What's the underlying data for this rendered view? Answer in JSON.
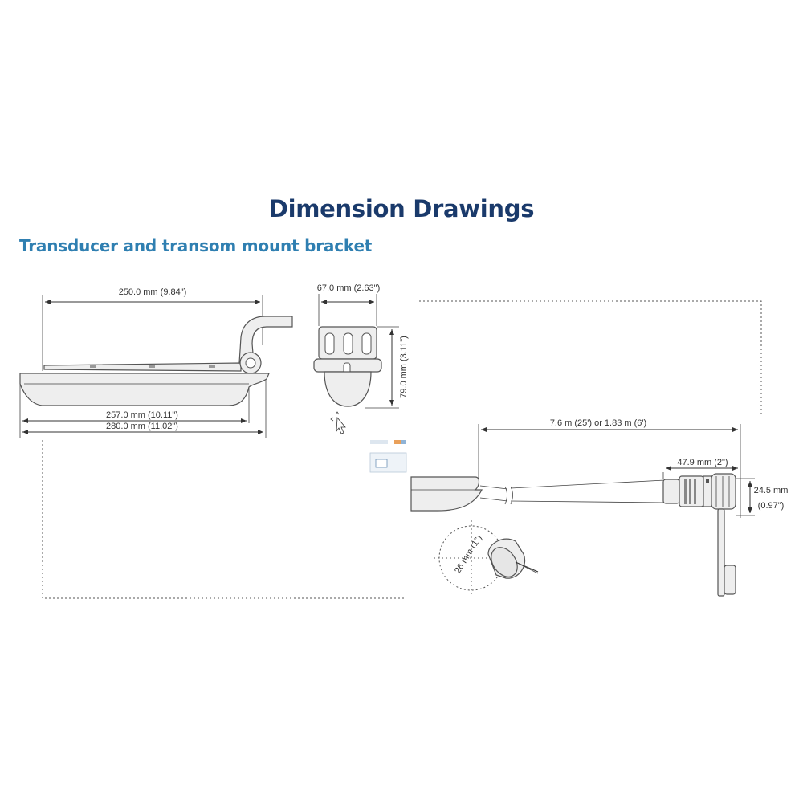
{
  "title": "Dimension Drawings",
  "subtitle": "Transducer and transom mount bracket",
  "dimensions": {
    "side_length": "250.0 mm (9.84\")",
    "body_length": "257.0 mm (10.11\")",
    "overall_length": "280.0 mm (11.02\")",
    "front_width": "67.0 mm (2.63\")",
    "front_height": "79.0 mm (3.11\")",
    "cable_length": "7.6 m (25') or 1.83 m (6')",
    "connector_length": "47.9 mm (2\")",
    "connector_diameter_mm": "24.5 mm",
    "connector_diameter_in": "(0.97\")",
    "drill_hole": "26 mm (1\")"
  }
}
